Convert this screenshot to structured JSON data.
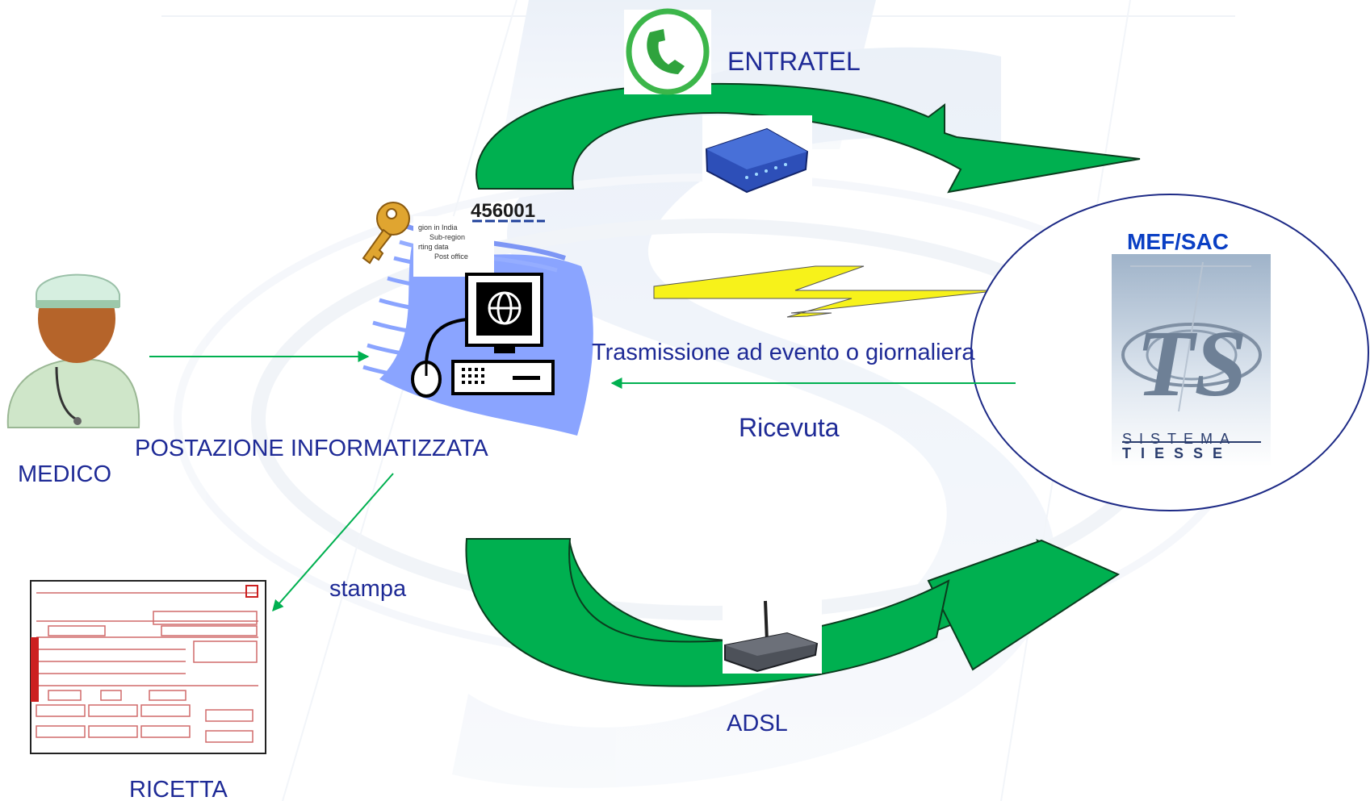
{
  "labels": {
    "entratel": "ENTRATEL",
    "mef_sac": "MEF/SAC",
    "code": "456001",
    "transmission": "Trasmissione ad evento o giornaliera",
    "receipt": "Ricevuta",
    "workstation": "POSTAZIONE INFORMATIZZATA",
    "doctor": "MEDICO",
    "print": "stampa",
    "prescription": "RICETTA",
    "adsl": "ADSL",
    "logo_line1": "SISTEMA",
    "logo_line2": "TIESSE"
  },
  "colors": {
    "arrow_green": "#00b050",
    "text_blue": "#1e2a96",
    "mef_blue": "#0a3fc4",
    "bolt_yellow": "#f7f21a",
    "fan_blue": "#8aa4ff",
    "ellipse_border": "#1d2a86"
  },
  "icons": [
    "phone-icon",
    "modem-icon",
    "router-icon",
    "key-icon",
    "computer-icon",
    "doctor-icon",
    "prescription-form-icon",
    "lightning-icon",
    "ts-logo-icon"
  ]
}
